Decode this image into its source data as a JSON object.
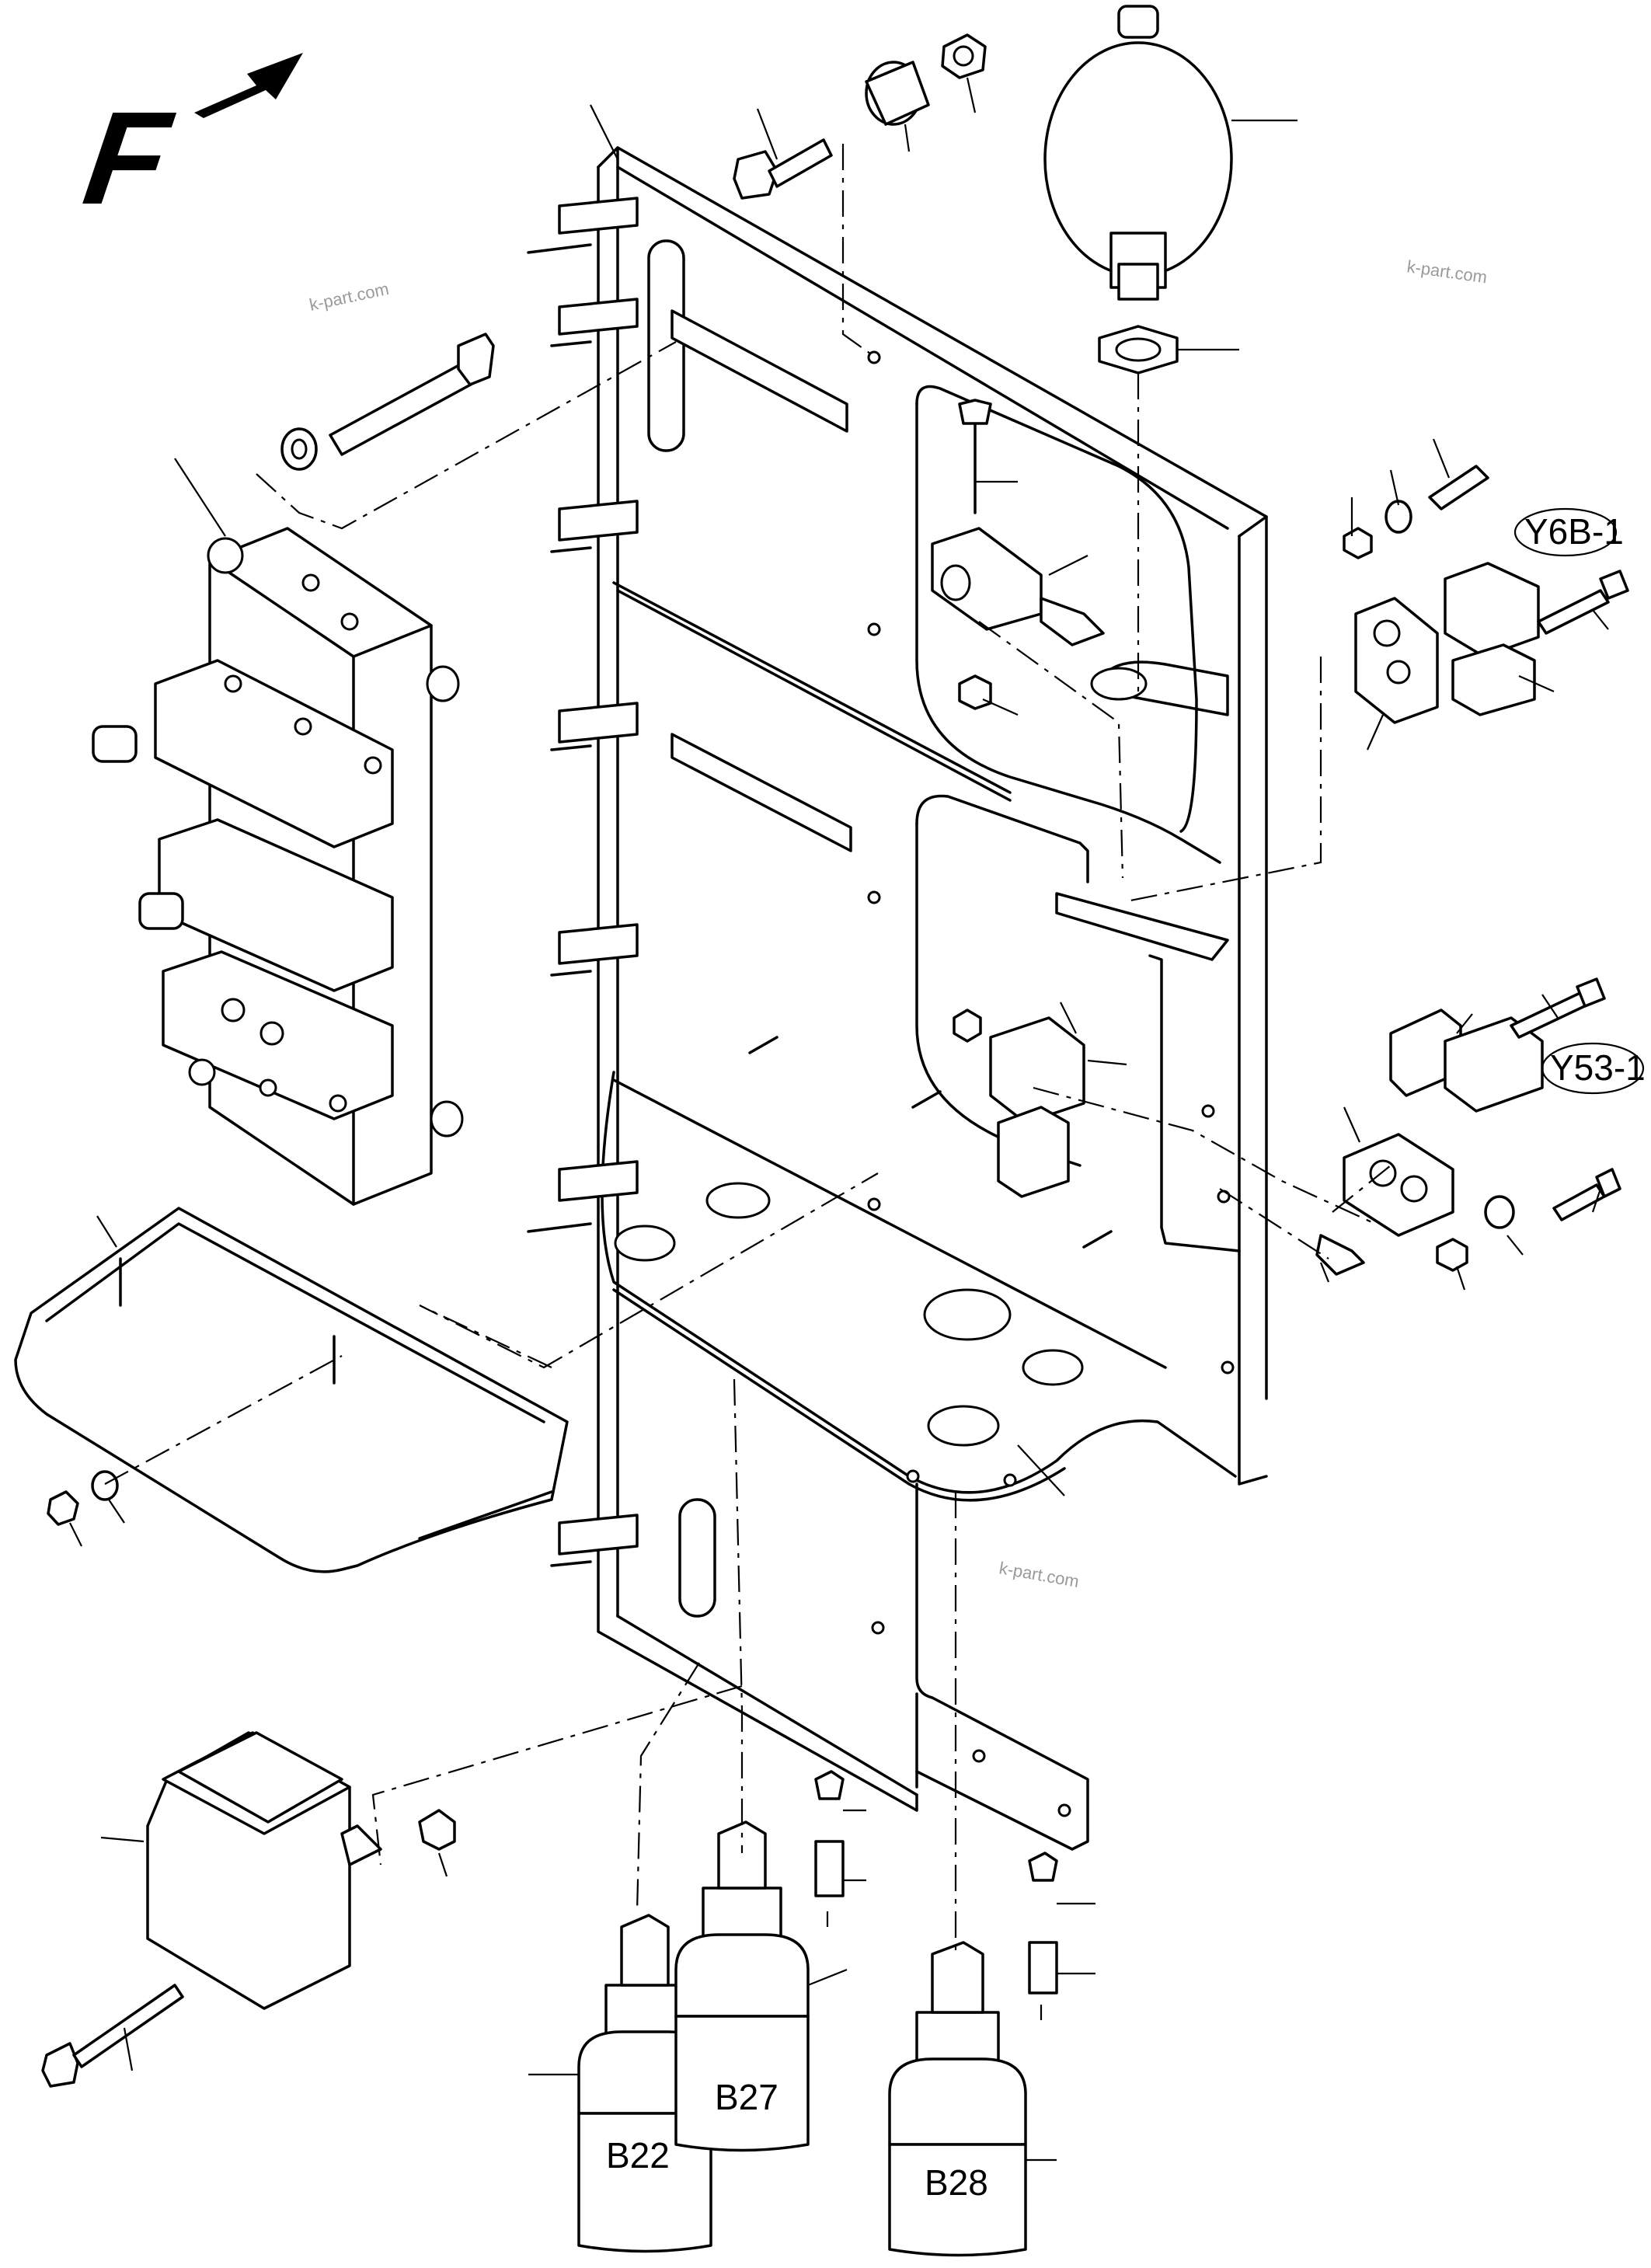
{
  "figure": {
    "direction_label": "F",
    "direction_arrow_icon": "forward-arrow-icon",
    "watermark": "k-part.com",
    "reference_labels": {
      "y6b": "Y6B-1",
      "y53": "Y53-1",
      "b22": "B22",
      "b27": "B27",
      "b28": "B28"
    }
  }
}
